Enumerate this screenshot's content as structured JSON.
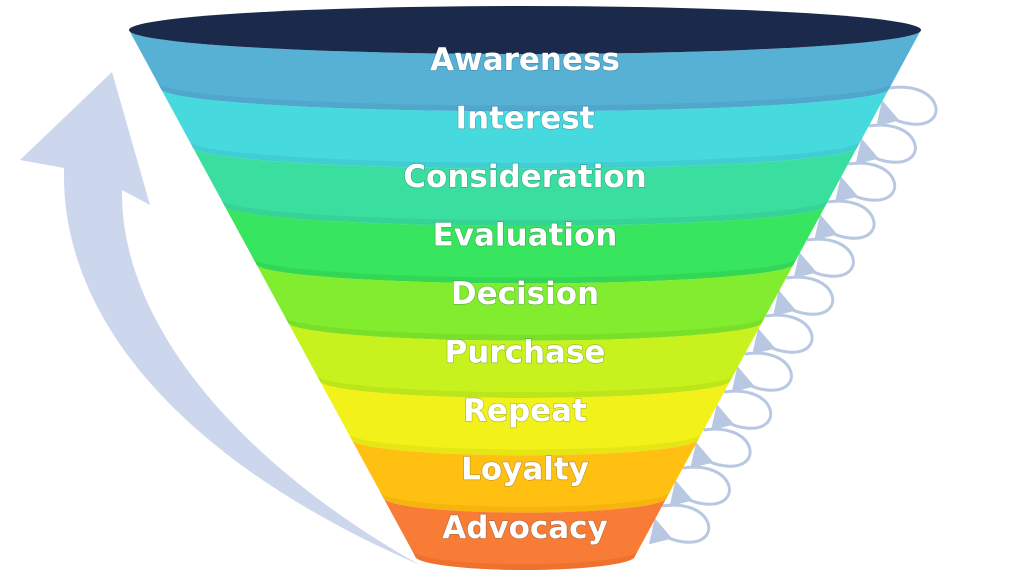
{
  "diagram": {
    "type": "funnel",
    "stages": [
      {
        "label": "Awareness",
        "color": "#56B1D5",
        "shade": "#4C9FC2"
      },
      {
        "label": "Interest",
        "color": "#46DADF",
        "shade": "#3CC4C9"
      },
      {
        "label": "Consideration",
        "color": "#3ADFA0",
        "shade": "#32C88C"
      },
      {
        "label": "Evaluation",
        "color": "#37E55E",
        "shade": "#2FCC50"
      },
      {
        "label": "Decision",
        "color": "#82ED2E",
        "shade": "#72D426"
      },
      {
        "label": "Purchase",
        "color": "#C8F21E",
        "shade": "#B3DA18"
      },
      {
        "label": "Repeat",
        "color": "#F2F21A",
        "shade": "#DCDC14"
      },
      {
        "label": "Loyalty",
        "color": "#FFC012",
        "shade": "#EEAA0C"
      },
      {
        "label": "Advocacy",
        "color": "#F87C35",
        "shade": "#E66A28"
      }
    ],
    "rim_color": "#1B2A4A",
    "arrow_color": "#C7D2EA",
    "loop_color": "#B8C8E2"
  }
}
